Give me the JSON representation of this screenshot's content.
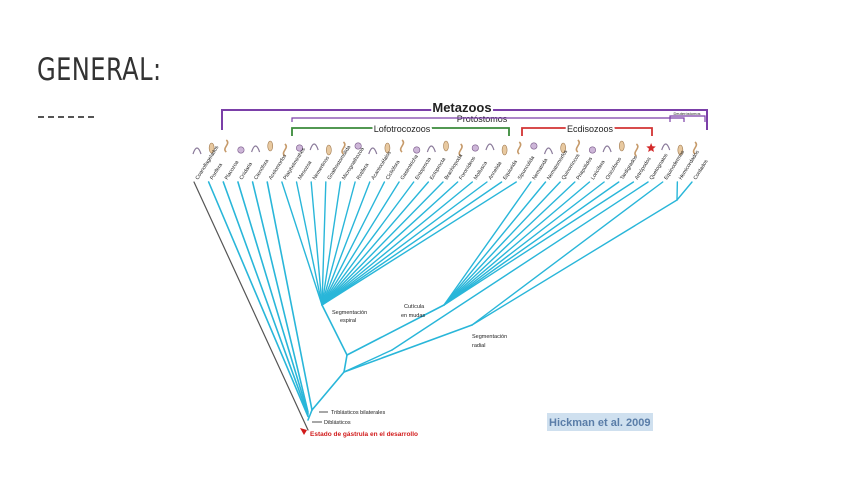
{
  "slide": {
    "title": "GENERAL:"
  },
  "figure": {
    "groups": {
      "metazoos": "Metazoos",
      "protostomos": "Protóstomos",
      "lofotrocozoos": "Lofotrocozoos",
      "ecdisozoos": "Ecdisozoos",
      "deuterostomos": "Deuteróstomos"
    },
    "taxa": [
      "Coanoflagelados",
      "Porifera",
      "Placozoa",
      "Cnidaria",
      "Ctenófora",
      "Acelomorfos",
      "Platyhelminthes",
      "Mesozoa",
      "Nemertinos",
      "Gnathostomulida",
      "Micrognathozoa",
      "Rotifera",
      "Acantocéfalos",
      "Cicliófora",
      "Gastrotricha",
      "Entoprocta",
      "Ectoprocta",
      "Brachiopoda",
      "Foronídeos",
      "Mollusca",
      "Annelida",
      "Equiurida",
      "Sipunculida",
      "Nematoda",
      "Nematomorfos",
      "Quinorrincos",
      "Priapúlidos",
      "Loricífera",
      "Onicóforos",
      "Tardígrados",
      "Artrópodos",
      "Quetognatos",
      "Equinodermos",
      "Hemicordados",
      "Cordados"
    ],
    "annotations": {
      "spiral": [
        "Segmentación",
        "espiral"
      ],
      "cuticle": [
        "Cutícula",
        "en mudas"
      ],
      "radial": [
        "Segmentación",
        "radial"
      ],
      "triblastic": "Triblásticos bilaterales",
      "diblastic": "Diblásticos",
      "gastrula": "Estado de gástrula en el desarrollo"
    },
    "credit": "Hickman et al. 2009",
    "colors": {
      "branch": "#29b6d9",
      "metazoa_bracket": "#7b3fa8",
      "lophotrochozoa_bracket": "#3a8a3a",
      "ecdysozoa_bracket": "#d23333",
      "gastrula_marker": "#d11a1a",
      "trunk": "#555555"
    }
  }
}
